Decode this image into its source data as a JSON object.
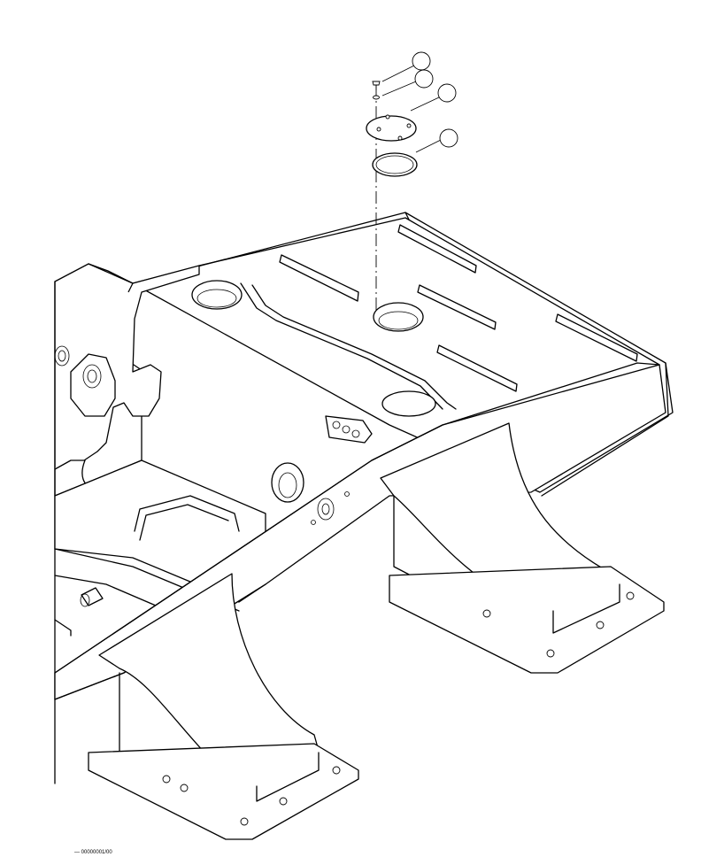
{
  "diagram": {
    "callouts": [
      {
        "id": "callout-1",
        "label": ""
      },
      {
        "id": "callout-2",
        "label": ""
      },
      {
        "id": "callout-3",
        "label": ""
      },
      {
        "id": "callout-4",
        "label": ""
      }
    ],
    "footer_code": "— 00000001/00"
  }
}
